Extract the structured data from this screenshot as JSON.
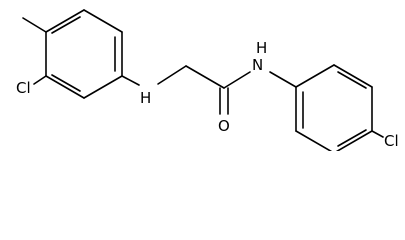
{
  "molecule": {
    "atoms": {
      "cl_ring_a": "Cl",
      "nh_amine": "H",
      "n_amide": "N",
      "h_amide": "H",
      "o_carbonyl": "O",
      "cl_ring_b": "Cl"
    }
  }
}
